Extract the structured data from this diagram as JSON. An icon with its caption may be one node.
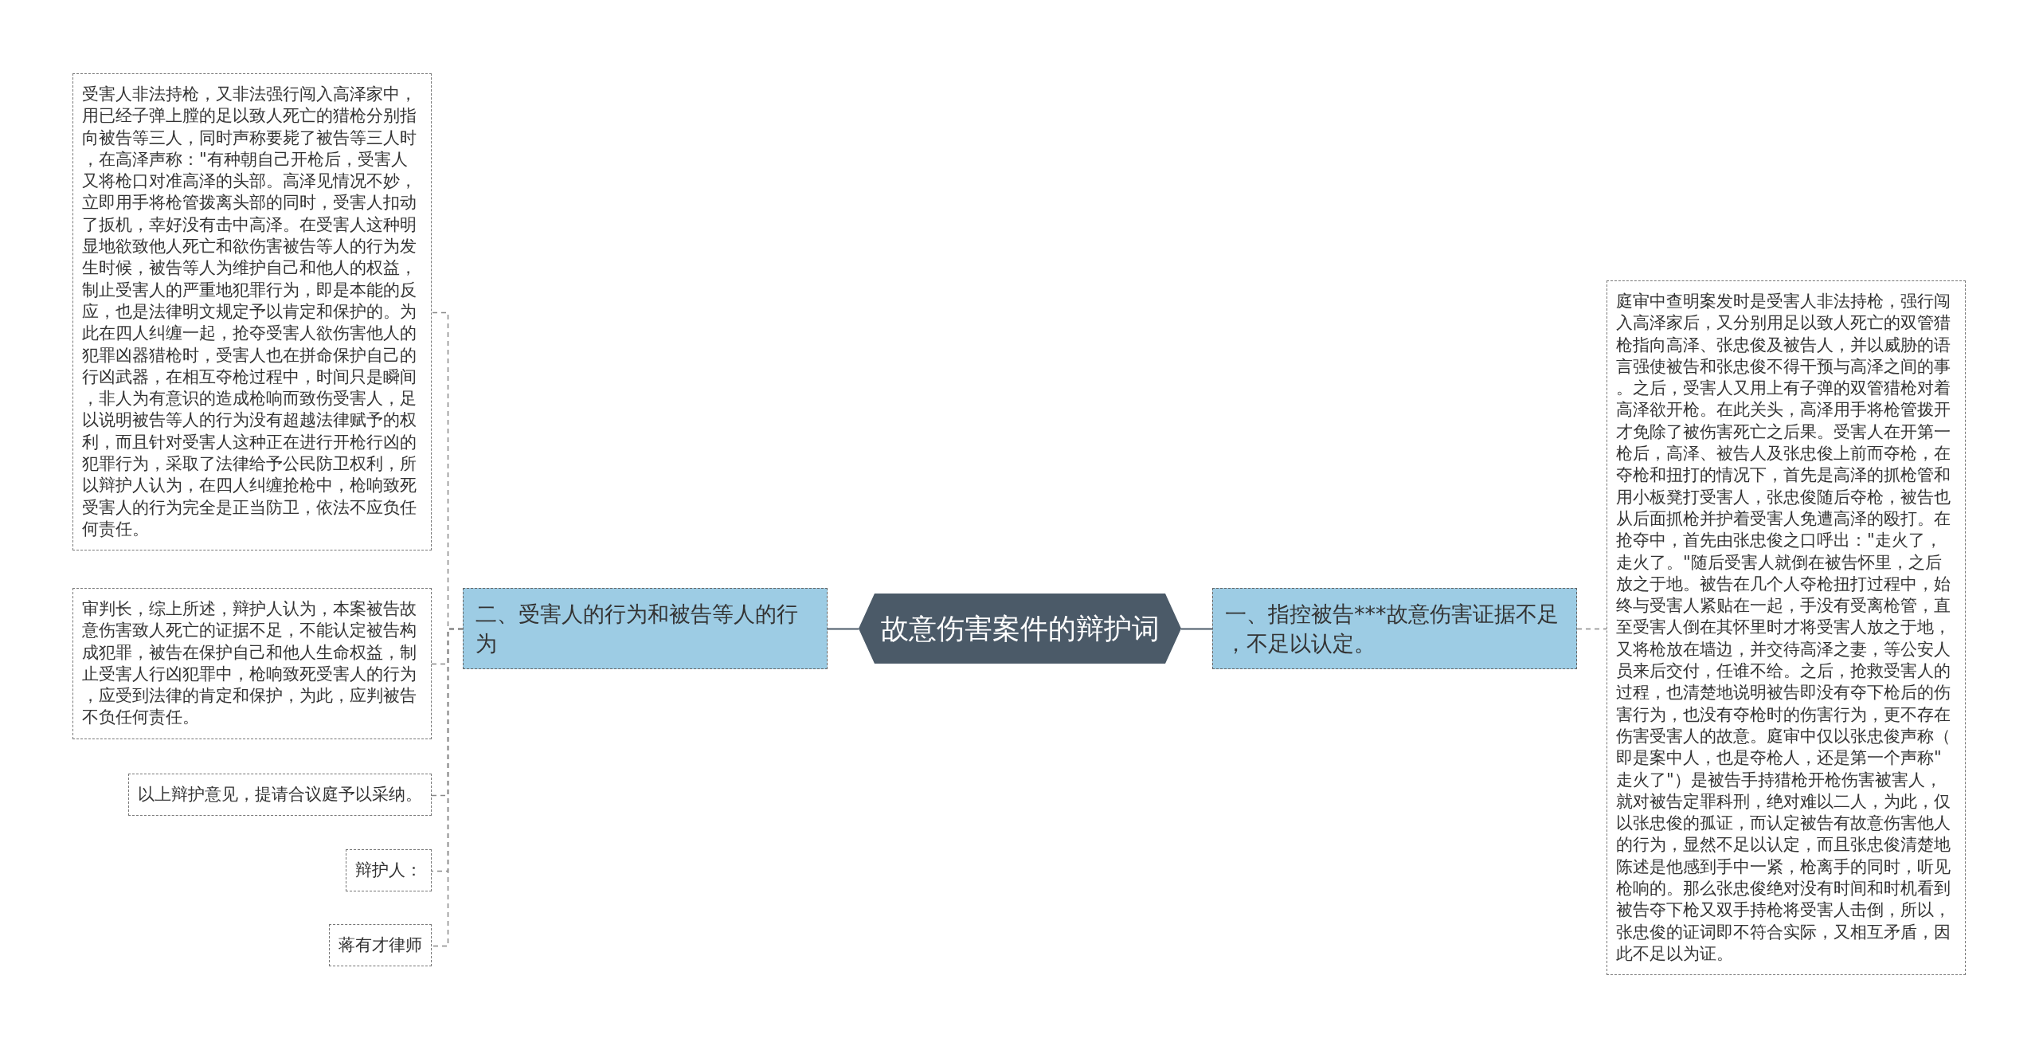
{
  "diagram": {
    "nodes": [
      {
        "text": [
          "故意伤害案件的辩护词"
        ]
      },
      {
        "text": [
          "一、指控被告***故意伤害证据不足，不足以认定。"
        ]
      },
      {
        "text": [
          "庭审中查明案发时是受害人非法持枪，强行闯入高泽家后，又分别用足以致人死亡的双管猎枪指向高泽、张忠俊及被告人，并以威胁的语言强使被告和张忠俊不得干预与高泽之间的事。之后，受害人又用上有子弹的双管猎枪对着高泽欲开枪。在此关头，高泽用手将枪管拨开才免除了被伤害死亡之后果。受害人在开第一枪后，高泽、被告人及张忠俊上前而夺枪，在夺枪和扭打的情况下，首先是高泽的抓枪管和用小板凳打受害人，张忠俊随后夺枪，被告也从后面抓枪并护着受害人免遭高泽的殴打。在抢夺中，首先由张忠俊之口呼出：\"走火了，走火了。\"随后受害人就倒在被告怀里，之后放之于地。被告在几个人夺枪扭打过程中，始终与受害人紧贴在一起，手没有受离枪管，直至受害人倒在其怀里时才将受害人放之于地，又将枪放在墙边，并交待高泽之妻，等公安人员来后交付，任谁不给。之后，抢救受害人的过程，也清楚地说明被告即没有夺下枪后的伤害行为，也没有夺枪时的伤害行为，更不存在伤害受害人的故意。庭审中仅以张忠俊声称（即是案中人，也是夺枪人，还是第一个声称\"走火了\"）是被告手持猎枪开枪伤害被害人，就对被告定罪科刑，绝对难以二人，为此，仅以张忠俊的孤证，而认定被告有故意伤害他人的行为，显然不足以认定，而且张忠俊清楚地陈述是他感到手中一紧，枪离手的同时，听见枪响的。那么张忠俊绝对没有时间和时机看到被告夺下枪又双手持枪将受害人击倒，所以，张忠俊的证词即不符合实际，又相互矛盾，因此不足以为证。"
        ]
      },
      {
        "text": [
          "二、受害人的行为和被告等人的行为"
        ]
      },
      {
        "text": [
          "受害人非法持枪，又非法强行闯入高泽家中，用已经子弹上膛的足以致人死亡的猎枪分别指向被告等三人，同时声称要毙了被告等三人时，在高泽声称：\"有种朝自己开枪后，受害人又将枪口对准高泽的头部。高泽见情况不妙，立即用手将枪管拨离头部的同时，受害人扣动了扳机，幸好没有击中高泽。在受害人这种明显地欲致他人死亡和欲伤害被告等人的行为发生时候，被告等人为维护自己和他人的权益，制止受害人的严重地犯罪行为，即是本能的反应，也是法律明文规定予以肯定和保护的。为此在四人纠缠一起，抢夺受害人欲伤害他人的犯罪凶器猎枪时，受害人也在拼命保护自己的行凶武器，在相互夺枪过程中，时间只是瞬间，非人为有意识的造成枪响而致伤受害人，足以说明被告等人的行为没有超越法律赋予的权利，而且针对受害人这种正在进行开枪行凶的犯罪行为，采取了法律给予公民防卫权利，所以辩护人认为，在四人纠缠抢枪中，枪响致死受害人的行为完全是正当防卫，依法不应负任何责任。"
        ]
      },
      {
        "text": [
          "审判长，综上所述，辩护人认为，本案被告故意伤害致人死亡的证据不足，不能认定被告构成犯罪，被告在保护自己和他人生命权益，制止受害人行凶犯罪中，枪响致死受害人的行为，应受到法律的肯定和保护，为此，应判被告不负任何责任。"
        ]
      },
      {
        "text": [
          "以上辩护意见，提请合议庭予以采纳。"
        ]
      },
      {
        "text": [
          "辩护人："
        ]
      },
      {
        "text": [
          "蒋有才律师"
        ]
      }
    ],
    "edges": [
      {
        "from": 0,
        "to": 1,
        "arrow": "none",
        "color": "#4b5a68"
      },
      {
        "from": 1,
        "to": 2,
        "arrow": "none",
        "style": "dashed"
      },
      {
        "from": 0,
        "to": 3,
        "arrow": "none",
        "color": "#4b5a68"
      },
      {
        "from": 3,
        "to": 4,
        "arrow": "none",
        "style": "dashed"
      },
      {
        "from": 3,
        "to": 5,
        "arrow": "none",
        "style": "dashed"
      },
      {
        "from": 3,
        "to": 6,
        "arrow": "none",
        "style": "dashed"
      },
      {
        "from": 3,
        "to": 7,
        "arrow": "none",
        "style": "dashed"
      },
      {
        "from": 3,
        "to": 8,
        "arrow": "none",
        "style": "dashed"
      }
    ]
  }
}
